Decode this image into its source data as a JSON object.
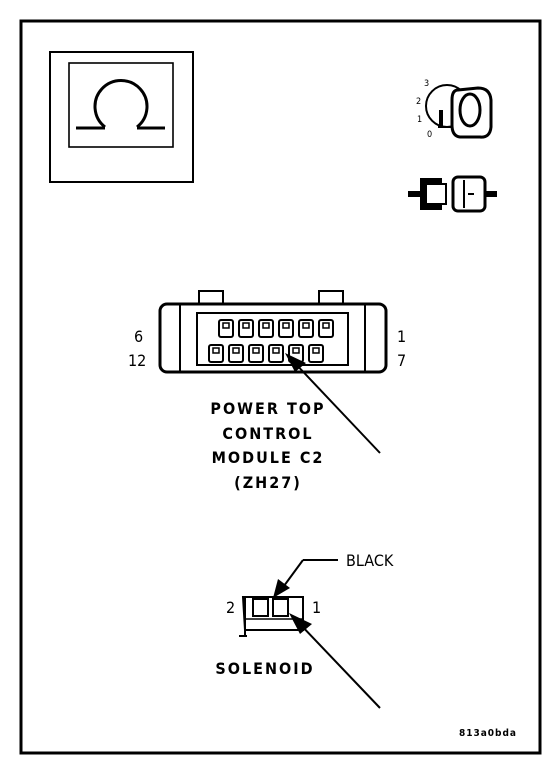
{
  "module_label": {
    "line1": "POWER TOP",
    "line2": "CONTROL",
    "line3": "MODULE C2",
    "line4": "(ZH27)"
  },
  "module_pins": {
    "top_left": "6",
    "top_right": "1",
    "bottom_left": "12",
    "bottom_right": "7"
  },
  "ignition_positions": [
    "3",
    "2",
    "1",
    "0"
  ],
  "solenoid_connector": {
    "color_label": "BLACK",
    "pin_left": "2",
    "pin_right": "1",
    "name": "SOLENOID"
  },
  "figure_code": "813a0bda"
}
